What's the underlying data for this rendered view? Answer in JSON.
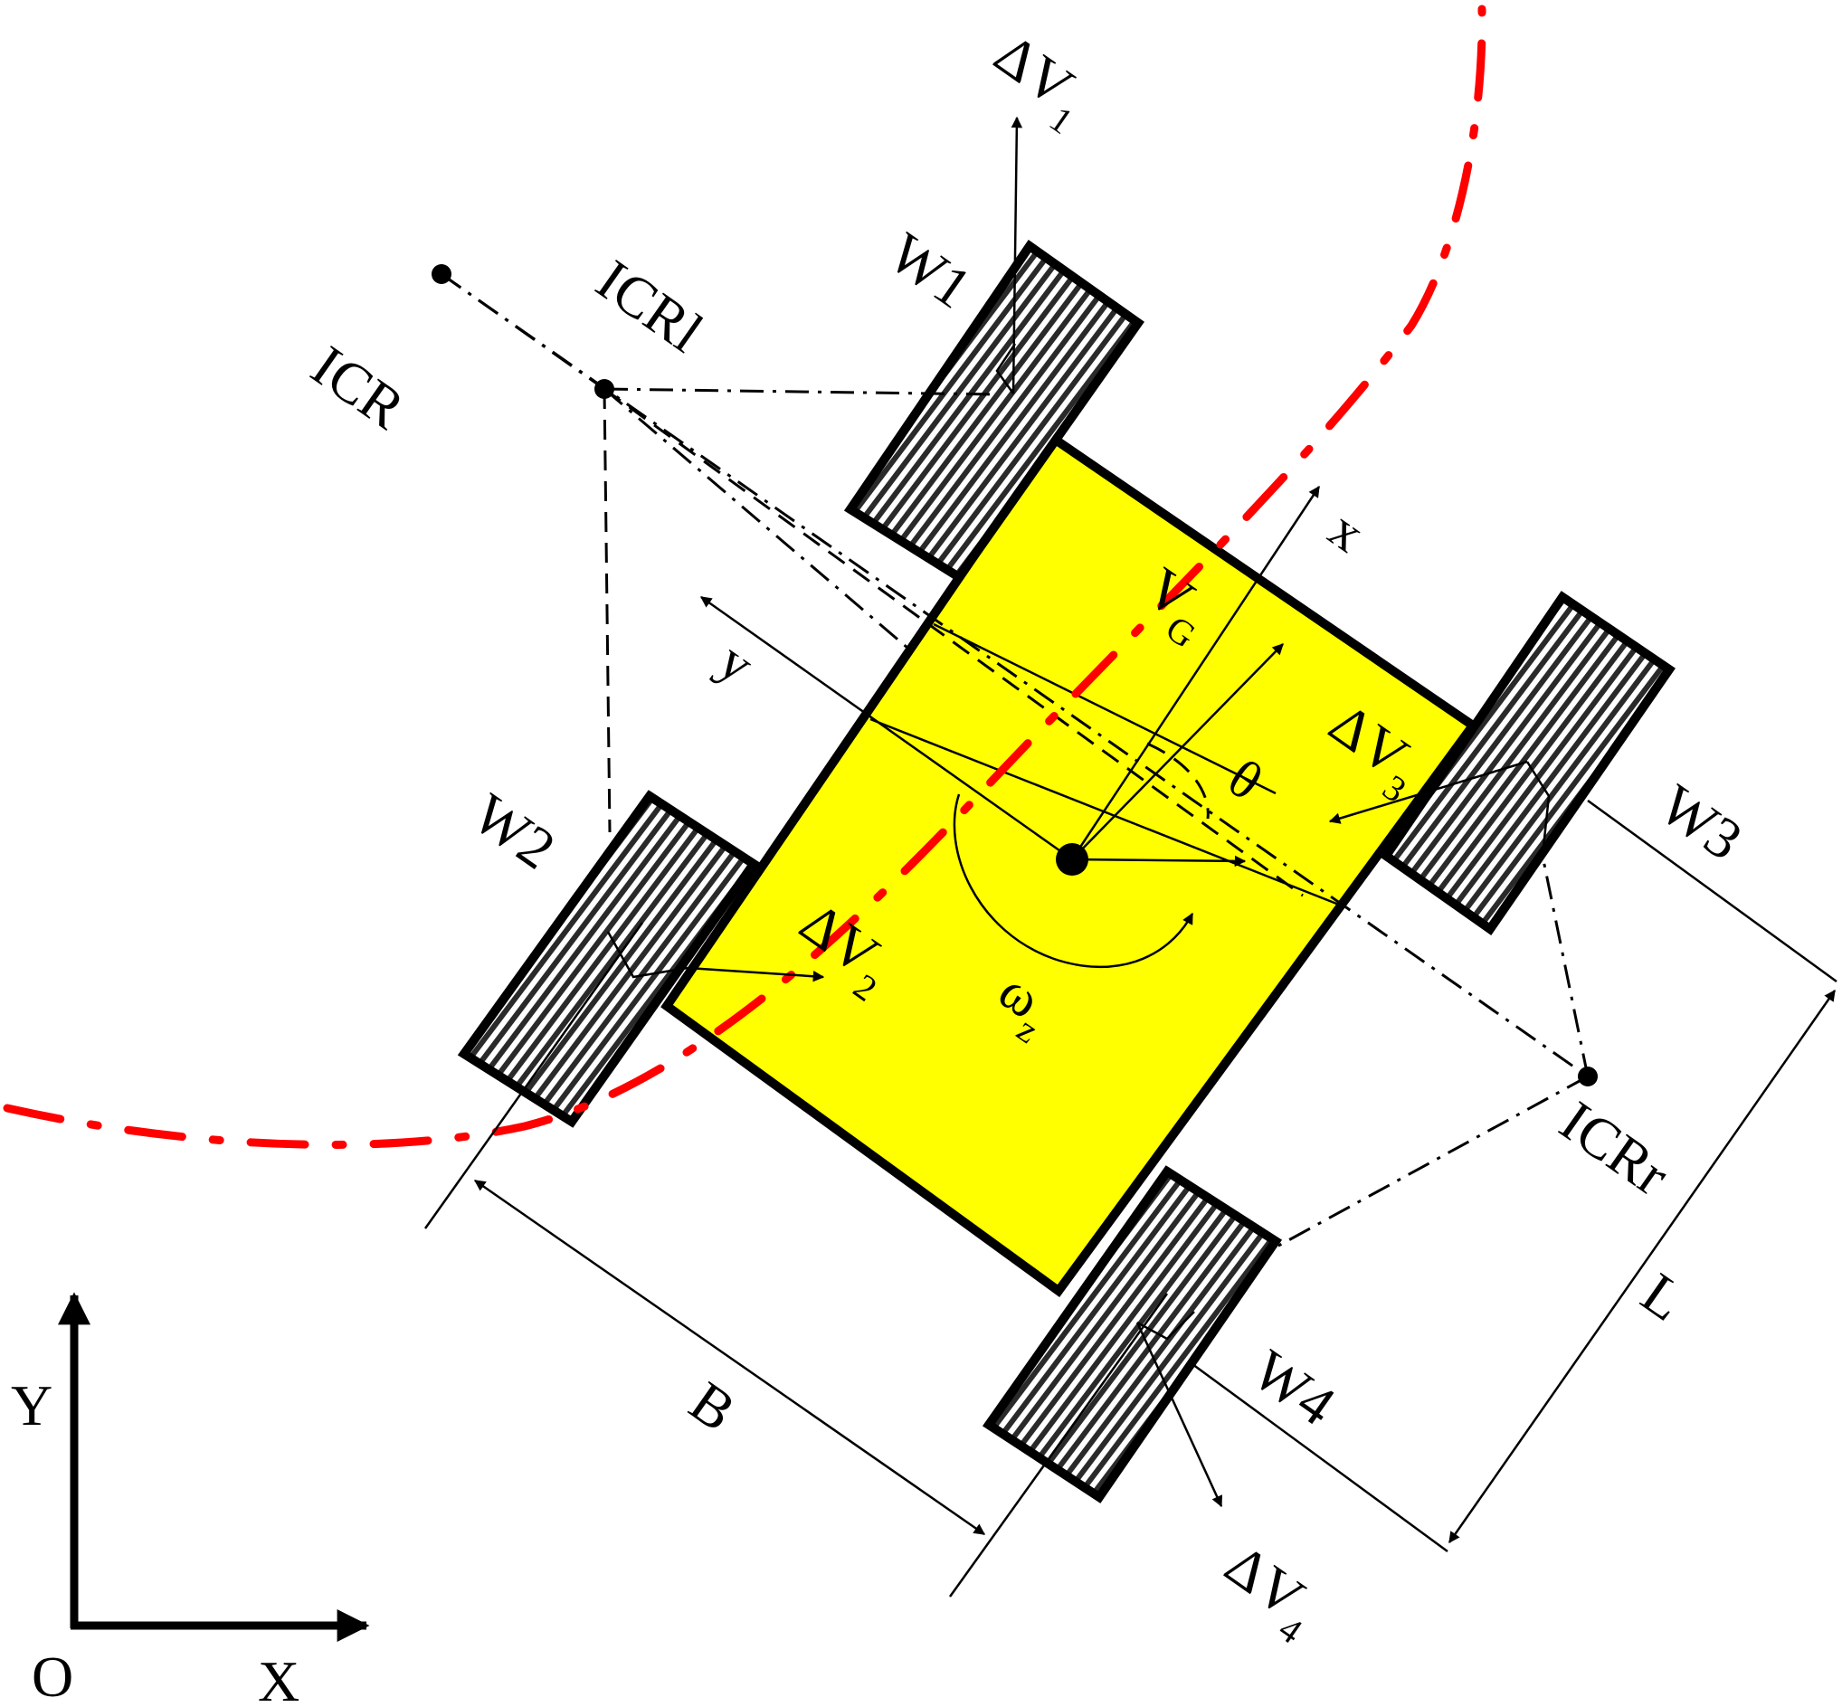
{
  "labels": {
    "icr": "ICR",
    "icrl": "ICRl",
    "icrr": "ICRr",
    "w1": "W1",
    "w2": "W2",
    "w3": "W3",
    "w4": "W4",
    "dv1_main": "ΔV",
    "dv1_sub": "1",
    "dv2_main": "ΔV",
    "dv2_sub": "2",
    "dv3_main": "ΔV",
    "dv3_sub": "3",
    "dv4_main": "ΔV",
    "dv4_sub": "4",
    "vg_main": "V",
    "vg_sub": "G",
    "omega_main": "ω",
    "omega_sub": "z",
    "theta": "θ",
    "x_body": "x",
    "y_body": "y",
    "b_dim": "B",
    "l_dim": "L",
    "global_x": "X",
    "global_y": "Y",
    "origin": "O"
  },
  "colors": {
    "body_fill": "#ffff00",
    "trajectory": "#ff0000",
    "wheel_fill": "#2a2a2a",
    "line": "#000000"
  }
}
